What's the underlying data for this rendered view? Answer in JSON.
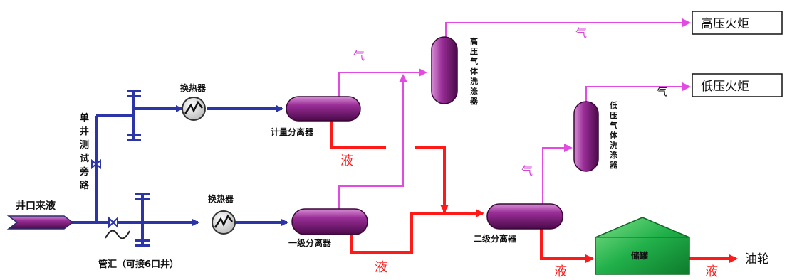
{
  "labels": {
    "source": "井口来液",
    "manifold": "管汇（可接6口井）",
    "bypass": "单井测试旁路",
    "hx_upper": "换热器",
    "hx_lower": "换热器",
    "meter_sep": "计量分离器",
    "sep1": "一级分离器",
    "sep2": "二级分离器",
    "hp_scrubber": "高压气体洗涤器",
    "lp_scrubber": "低压气体洗涤器",
    "tank": "储罐",
    "hp_flare": "高压火炬",
    "lp_flare": "低压火炬",
    "oil_ship": "油轮",
    "gas_1": "气",
    "gas_2": "气",
    "gas_3": "气",
    "gas_4": "气",
    "liquid_1": "液",
    "liquid_2": "液",
    "liquid_3": "液",
    "liquid_4": "液"
  },
  "colors": {
    "oil_line": "#2b35a8",
    "gas_line": "#e24ae2",
    "liquid_line": "#ff1a1a",
    "vessel": "#7a1a78",
    "tank": "#21b04a"
  }
}
